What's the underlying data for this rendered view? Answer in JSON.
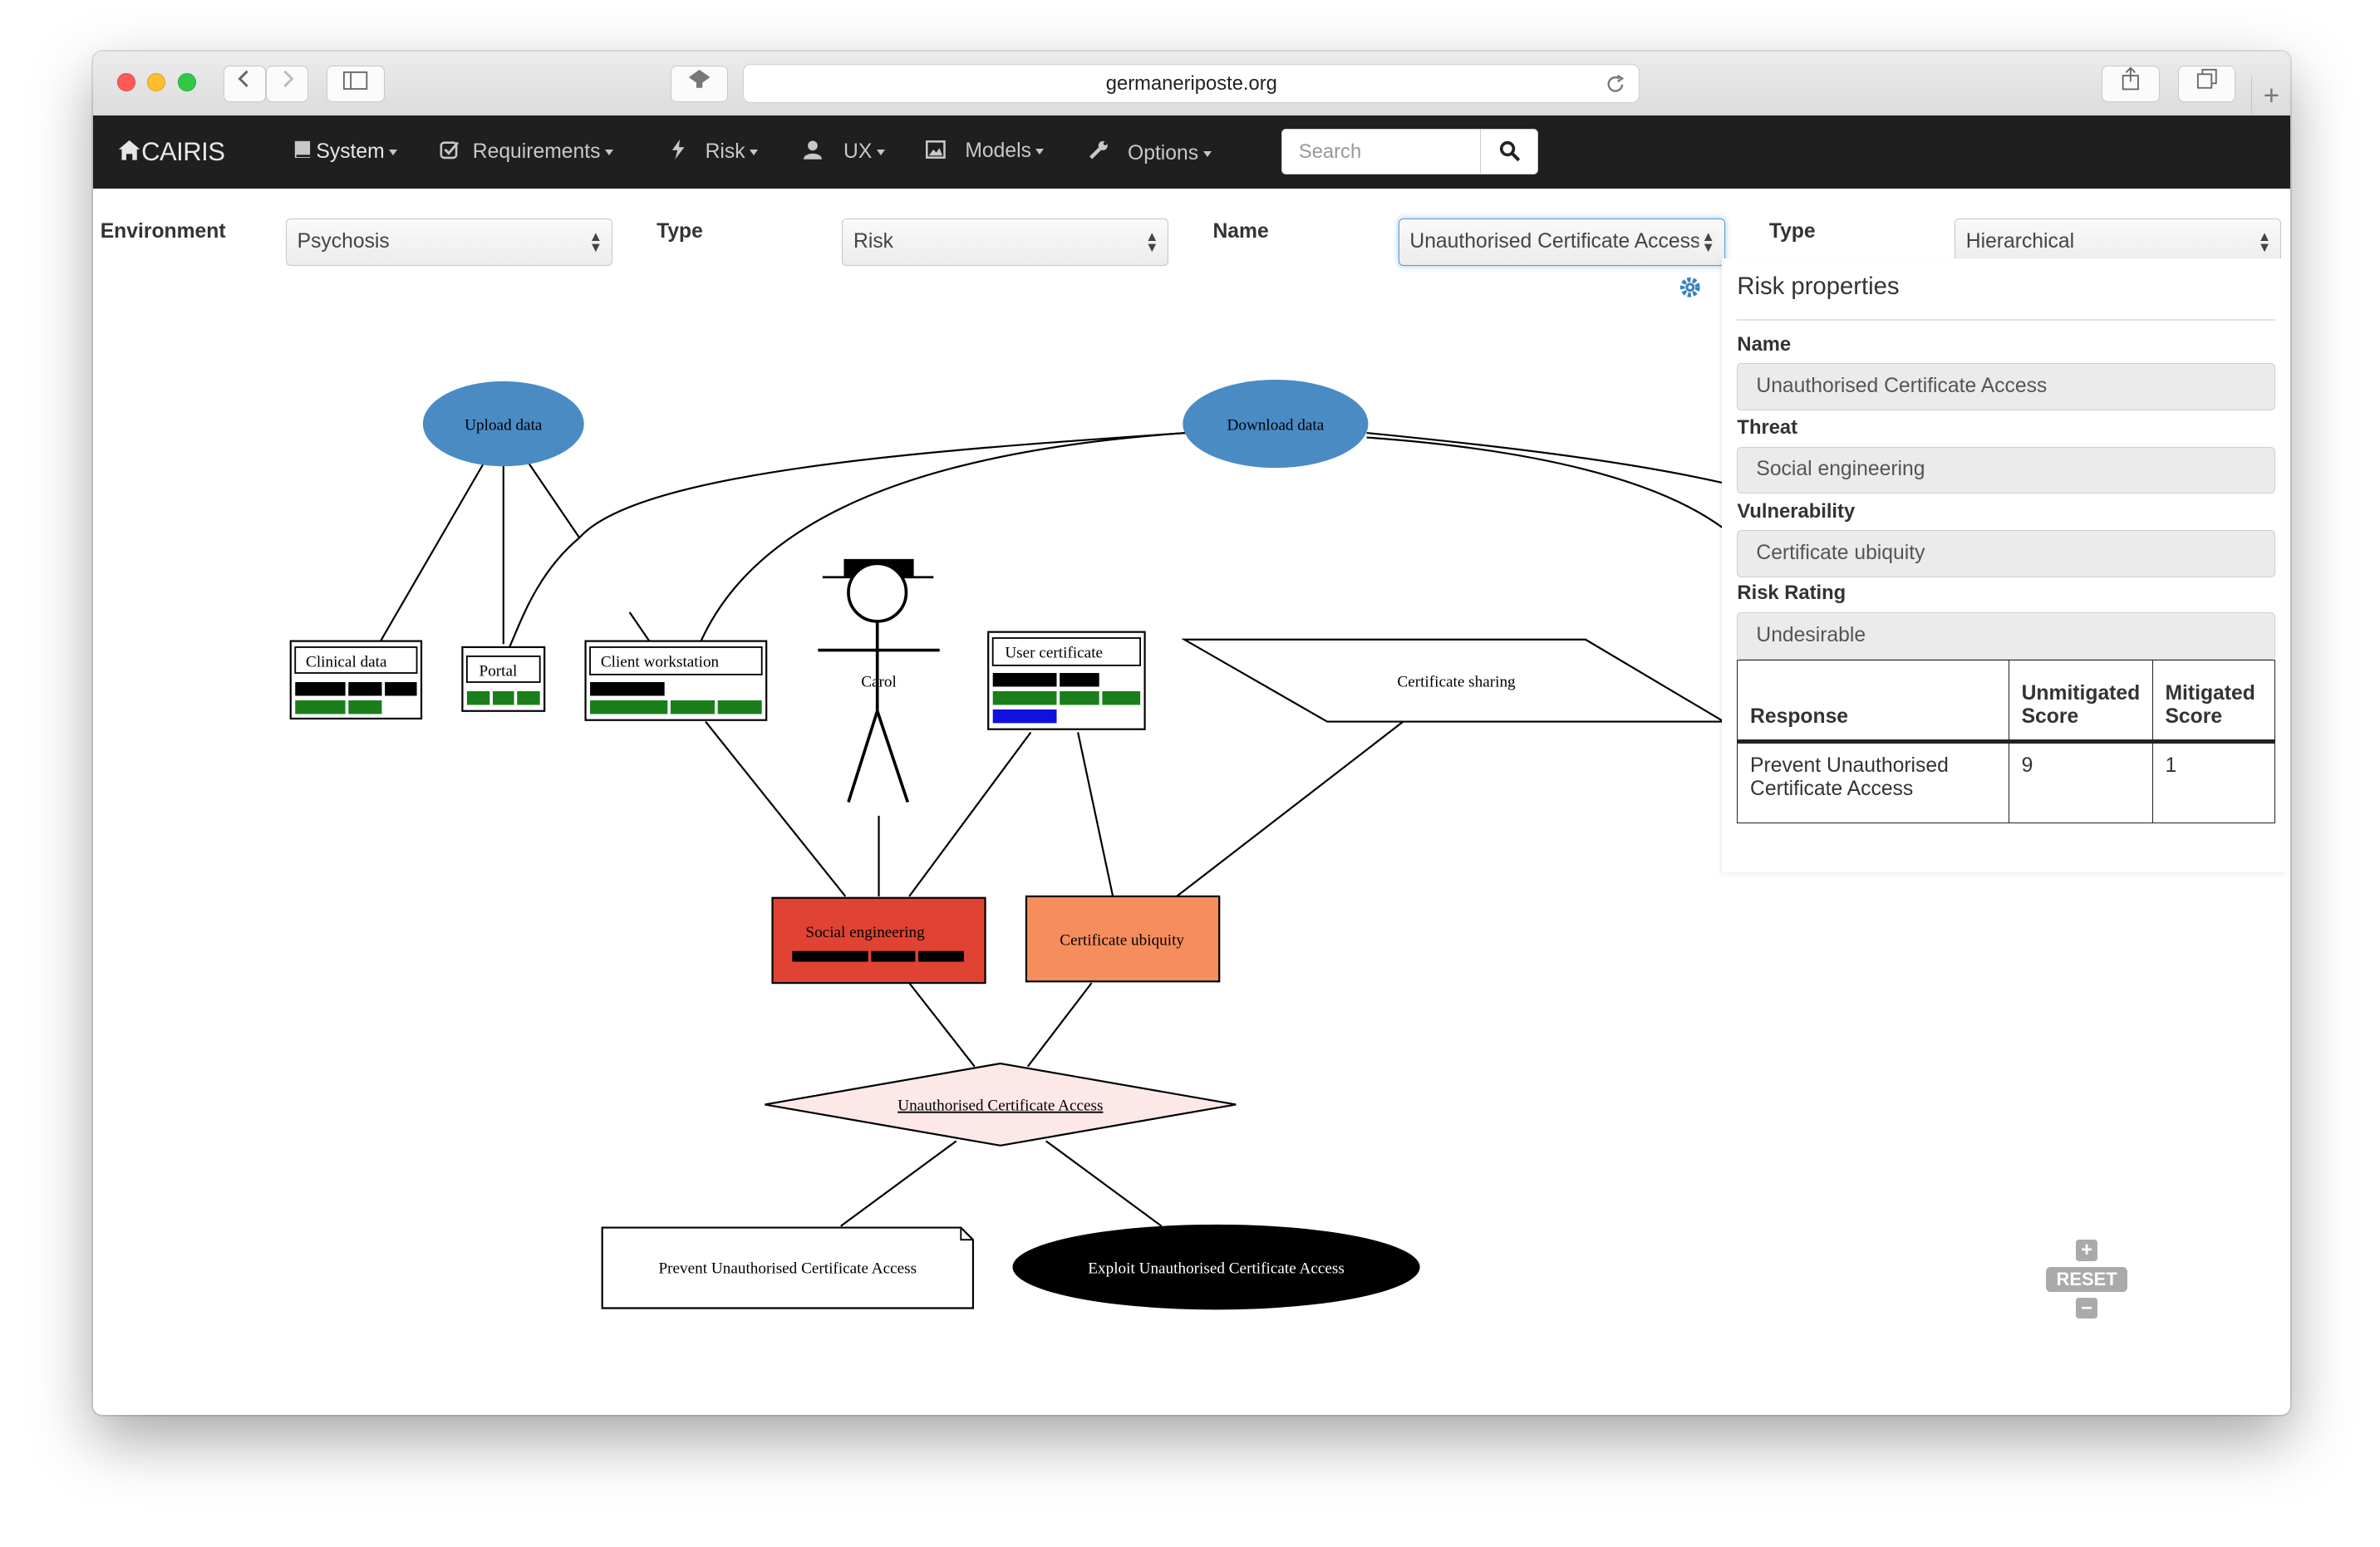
{
  "browser": {
    "url": "germaneriposte.org"
  },
  "navbar": {
    "brand": "CAIRIS",
    "items": [
      "System",
      "Requirements",
      "Risk",
      "UX",
      "Models",
      "Options"
    ],
    "search_placeholder": "Search"
  },
  "filters": {
    "environment_label": "Environment",
    "environment_value": "Psychosis",
    "type_label": "Type",
    "type_value": "Risk",
    "name_label": "Name",
    "name_value": "Unauthorised Certificate Access",
    "layout_label": "Type",
    "layout_value": "Hierarchical"
  },
  "panel": {
    "title": "Risk properties",
    "name_label": "Name",
    "name_value": "Unauthorised Certificate Access",
    "threat_label": "Threat",
    "threat_value": "Social engineering",
    "vulnerability_label": "Vulnerability",
    "vulnerability_value": "Certificate ubiquity",
    "rating_label": "Risk Rating",
    "rating_value": "Undesirable",
    "table": {
      "headers": [
        "Response",
        "Unmitigated Score",
        "Mitigated Score"
      ],
      "rows": [
        [
          "Prevent Unauthorised Certificate Access",
          "9",
          "1"
        ]
      ]
    }
  },
  "graph": {
    "usecases": [
      "Upload data",
      "Download data"
    ],
    "assets": [
      "Clinical data",
      "Portal",
      "Client workstation",
      "User certificate"
    ],
    "persona": "Carol",
    "misusecase": "Certificate sharing",
    "threat": "Social engineering",
    "vulnerability": "Certificate ubiquity",
    "risk": "Unauthorised Certificate Access",
    "response": "Prevent Unauthorised Certificate Access",
    "attack": "Exploit Unauthorised Certificate Access"
  },
  "zoom": {
    "reset_label": "RESET"
  },
  "colors": {
    "navbar": "#1f1f1f",
    "usecase": "#4a8bc4",
    "threat": "#e04333",
    "vulnerability": "#f68d5c",
    "risk": "#fde8e8",
    "green": "#1a7f1a",
    "blue": "#1010e0"
  }
}
